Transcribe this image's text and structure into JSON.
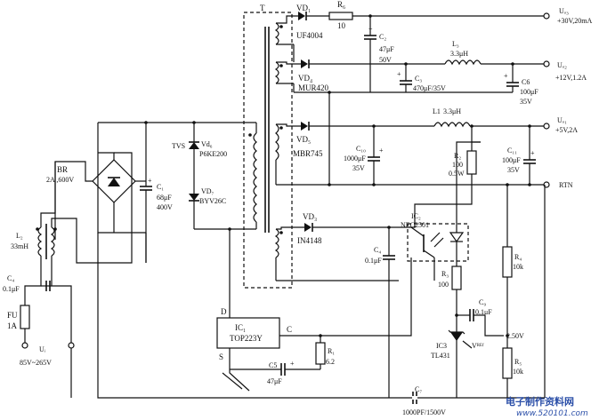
{
  "labels": {
    "T": "T",
    "VD1": "VD₁",
    "UF4004": "UF4004",
    "R6": "R₆",
    "r6val": "10",
    "C2": "C₂",
    "c2val": "47μF",
    "c2v": "50V",
    "uo3": "Uₒ₃",
    "out3": "+30V,20mA",
    "L3": "L₃",
    "l3val": "3.3μH",
    "VD4": "VD₄",
    "MUR420": "MUR420",
    "C3": "C₃",
    "c3val": "470μF/35V",
    "C6": "C6",
    "c6val": "100μF",
    "c6v": "35V",
    "uo2": "Uₒ₂",
    "out2": "+12V,1.2A",
    "L1": "L1",
    "l1val": "3.3μH",
    "VD5": "VD₅",
    "MBR745": "MBR745",
    "uo1": "Uₒ₁",
    "out1": "+5V,2A",
    "C10": "C₁₀",
    "c10val": "1000μF",
    "c10v": "35V",
    "R2": "R₂",
    "r2val": "100",
    "r2w": "0.5W",
    "C11": "C₁₁",
    "c11val": "100μF",
    "c11v": "35V",
    "RTN": "RTN",
    "TVS": "TVS",
    "Vd6": "Vd₆",
    "P6KE200": "P6KE200",
    "VD7": "VD₇",
    "BYV26C": "BYV26C",
    "BR": "BR",
    "brval": "2A ,600V",
    "C1": "C₁",
    "c1val": "68μF",
    "c1v": "400V",
    "L2": "L₂",
    "l2val": "33mH",
    "C4": "C₄",
    "c4val": "0.1μF",
    "FU": "FU",
    "fuval": "1A",
    "Ui": "Uᵢ",
    "uival": "85V~265V",
    "VD3": "VD₃",
    "IN4148": "IN4148",
    "IC2": "IC₂",
    "NEC2501": "NEC2501",
    "Cx": "C₄",
    "cxval": "0.1μF",
    "R3": "R₃",
    "r3val": "100",
    "Cy": "C₉",
    "cyval": "0.1μF",
    "R4": "R₄",
    "r4val": "10k",
    "D": "D",
    "S": "S",
    "C": "C",
    "IC1": "IC₁",
    "TOP223Y": "TOP223Y",
    "R1": "R₁",
    "r1val": "6.2",
    "C5": "C5",
    "c5val": "47μF",
    "IC3": "IC3",
    "TL431": "TL431",
    "vref": "Vᴿᴱᶠ",
    "v250": "2.50V",
    "R5": "R₅",
    "r5val": "10k",
    "C7": "C₇",
    "c7val": "1000PF/1500V",
    "wm1": "电子制作资料网",
    "wm2": "www.520101.com"
  }
}
